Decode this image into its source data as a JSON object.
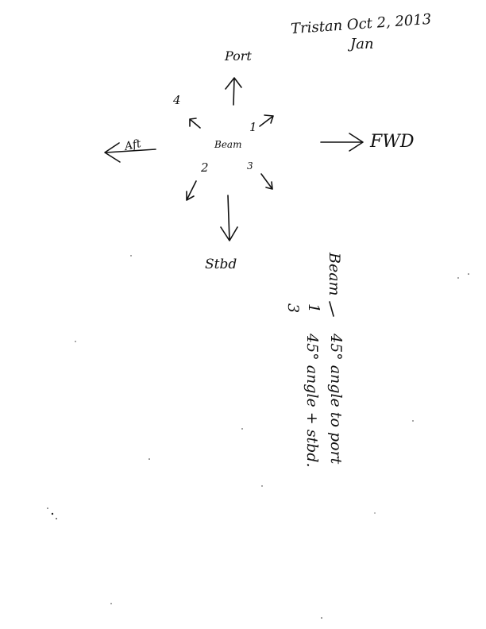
{
  "header": {
    "line1": "Tristan Oct 2, 2013",
    "line2": "Jan"
  },
  "diagram": {
    "port": "Port",
    "aft": "Aft",
    "beam": "Beam",
    "fwd": "FWD",
    "stbd": "Stbd",
    "numbers": [
      "1",
      "2",
      "3",
      "4"
    ]
  },
  "notes": {
    "beam_label": "Beam",
    "num_1": "1",
    "num_3": "3",
    "line1": "45° angle to port",
    "line2": "45° angle + stbd."
  }
}
